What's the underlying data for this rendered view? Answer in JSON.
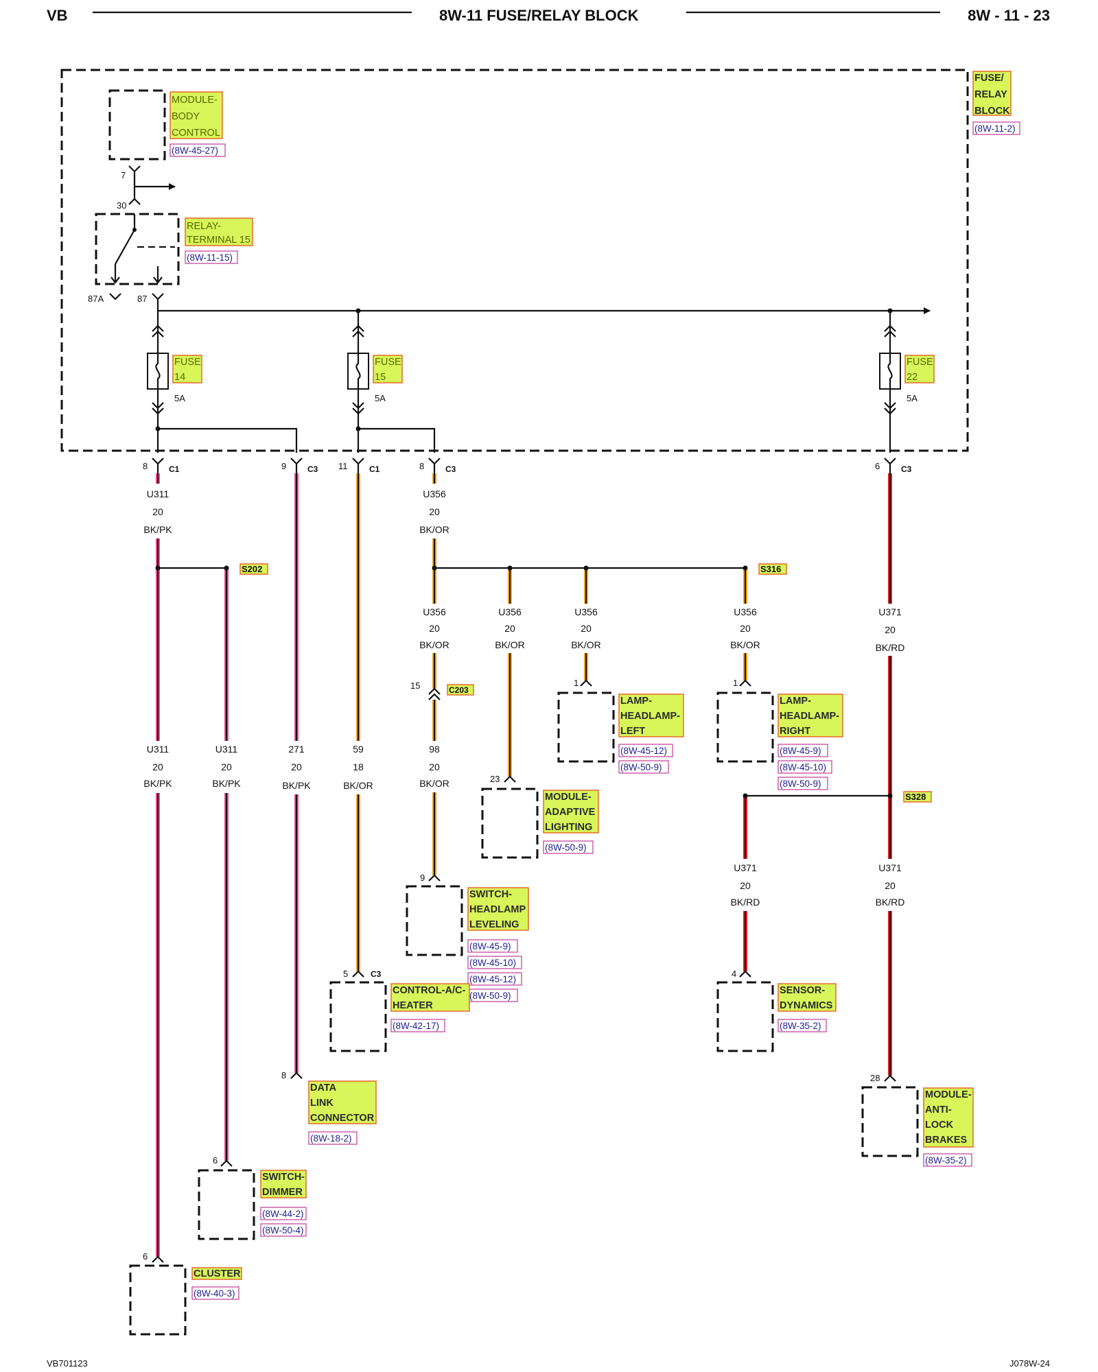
{
  "header": {
    "left": "VB",
    "title": "8W-11 FUSE/RELAY BLOCK",
    "page": "8W - 11 - 23"
  },
  "footer": {
    "left": "VB701123",
    "right": "J078W-24"
  },
  "colors": {
    "bk_pk": "#e94a8a",
    "bk_or": "#f0a020",
    "bk_rd": "#e02020",
    "highlight": "#d8f55a",
    "highlight_border": "#e56a2a",
    "ref_border": "#c03a9a"
  },
  "fuse_relay_block": {
    "label": [
      "FUSE/",
      "RELAY",
      "BLOCK"
    ],
    "ref": "(8W-11-2)"
  },
  "module_body_control": {
    "label": [
      "MODULE-",
      "BODY",
      "CONTROL"
    ],
    "ref": "(8W-45-27)",
    "pin": "7"
  },
  "relay": {
    "label": [
      "RELAY-",
      "TERMINAL 15"
    ],
    "ref": "(8W-11-15)",
    "pin_30": "30",
    "pin_87a": "87A",
    "pin_87": "87"
  },
  "fuses": [
    {
      "label": [
        "FUSE",
        "14"
      ],
      "rating": "5A"
    },
    {
      "label": [
        "FUSE",
        "15"
      ],
      "rating": "5A"
    },
    {
      "label": [
        "FUSE",
        "22"
      ],
      "rating": "5A"
    }
  ],
  "connectors": [
    {
      "pin": "8",
      "name": "C1"
    },
    {
      "pin": "9",
      "name": "C3"
    },
    {
      "pin": "11",
      "name": "C1"
    },
    {
      "pin": "8",
      "name": "C3"
    },
    {
      "pin": "6",
      "name": "C3"
    }
  ],
  "wires": {
    "u311_top": {
      "circuit": "U311",
      "gauge": "20",
      "color": "BK/PK"
    },
    "u356_top": {
      "circuit": "U356",
      "gauge": "20",
      "color": "BK/OR"
    },
    "u356_a": {
      "circuit": "U356",
      "gauge": "20",
      "color": "BK/OR"
    },
    "u356_b": {
      "circuit": "U356",
      "gauge": "20",
      "color": "BK/OR"
    },
    "u356_c": {
      "circuit": "U356",
      "gauge": "20",
      "color": "BK/OR"
    },
    "u356_d": {
      "circuit": "U356",
      "gauge": "20",
      "color": "BK/OR"
    },
    "u371_top": {
      "circuit": "U371",
      "gauge": "20",
      "color": "BK/RD"
    },
    "u311_a": {
      "circuit": "U311",
      "gauge": "20",
      "color": "BK/PK"
    },
    "u311_b": {
      "circuit": "U311",
      "gauge": "20",
      "color": "BK/PK"
    },
    "w271": {
      "circuit": "271",
      "gauge": "20",
      "color": "BK/PK"
    },
    "w59": {
      "circuit": "59",
      "gauge": "18",
      "color": "BK/OR"
    },
    "w98": {
      "circuit": "98",
      "gauge": "20",
      "color": "BK/OR"
    },
    "u371_a": {
      "circuit": "U371",
      "gauge": "20",
      "color": "BK/RD"
    },
    "u371_b": {
      "circuit": "U371",
      "gauge": "20",
      "color": "BK/RD"
    }
  },
  "splices": {
    "s202": "S202",
    "s316": "S316",
    "s328": "S328"
  },
  "inline_connector": {
    "pin": "15",
    "name": "C203"
  },
  "components": {
    "lamp_left": {
      "label": [
        "LAMP-",
        "HEADLAMP-",
        "LEFT"
      ],
      "refs": [
        "(8W-45-12)",
        "(8W-50-9)"
      ],
      "pin": "1"
    },
    "lamp_right": {
      "label": [
        "LAMP-",
        "HEADLAMP-",
        "RIGHT"
      ],
      "refs": [
        "(8W-45-9)",
        "(8W-45-10)",
        "(8W-50-9)"
      ],
      "pin": "1"
    },
    "adaptive": {
      "label": [
        "MODULE-",
        "ADAPTIVE",
        "LIGHTING"
      ],
      "refs": [
        "(8W-50-9)"
      ],
      "pin": "23"
    },
    "leveling": {
      "label": [
        "SWITCH-",
        "HEADLAMP",
        "LEVELING"
      ],
      "refs": [
        "(8W-45-9)",
        "(8W-45-10)",
        "(8W-45-12)",
        "(8W-50-9)"
      ],
      "pin": "9"
    },
    "ac_heater": {
      "label": [
        "CONTROL-A/C-",
        "HEATER"
      ],
      "refs": [
        "(8W-42-17)"
      ],
      "pin": "5",
      "conn": "C3"
    },
    "dlc": {
      "label": [
        "DATA",
        "LINK",
        "CONNECTOR"
      ],
      "refs": [
        "(8W-18-2)"
      ],
      "pin": "8"
    },
    "dimmer": {
      "label": [
        "SWITCH-",
        "DIMMER"
      ],
      "refs": [
        "(8W-44-2)",
        "(8W-50-4)"
      ],
      "pin": "6"
    },
    "cluster": {
      "label": [
        "CLUSTER"
      ],
      "refs": [
        "(8W-40-3)"
      ],
      "pin": "6"
    },
    "dynamics": {
      "label": [
        "SENSOR-",
        "DYNAMICS"
      ],
      "refs": [
        "(8W-35-2)"
      ],
      "pin": "4"
    },
    "abs": {
      "label": [
        "MODULE-",
        "ANTI-",
        "LOCK",
        "BRAKES"
      ],
      "refs": [
        "(8W-35-2)"
      ],
      "pin": "28"
    }
  }
}
